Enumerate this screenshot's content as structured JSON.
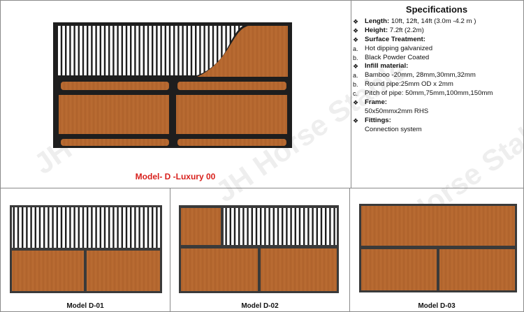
{
  "top_caption": "Model- D -Luxury 00",
  "watermark": "JH Horse Stable",
  "specifications": {
    "title": "Specifications",
    "lines": [
      {
        "marker": "❖",
        "label": "Length:",
        "text": " 10ft, 12ft, 14ft (3.0m -4.2 m )"
      },
      {
        "marker": "❖",
        "label": "Height:",
        "text": " 7.2ft (2.2m)"
      },
      {
        "marker": "❖",
        "label": "Surface Treatment:",
        "text": ""
      },
      {
        "marker": "a.",
        "label": "",
        "text": "Hot dipping galvanized"
      },
      {
        "marker": "b.",
        "label": "",
        "text": "Black Powder Coated"
      },
      {
        "marker": "❖",
        "label": "Infill material:",
        "text": ""
      },
      {
        "marker": "a.",
        "label": "",
        "text": "Bamboo -20mm, 28mm,30mm,32mm"
      },
      {
        "marker": "b.",
        "label": "",
        "text": "Round pipe:25mm OD x 2mm"
      },
      {
        "marker": "c.",
        "label": "",
        "text": "Pitch of pipe: 50mm,75mm,100mm,150mm"
      },
      {
        "marker": "❖",
        "label": "Frame:",
        "text": ""
      },
      {
        "marker": "",
        "label": "",
        "text": "50x50mmx2mm RHS"
      },
      {
        "marker": "❖",
        "label": "Fittings:",
        "text": ""
      },
      {
        "marker": "",
        "label": "",
        "text": "Connection system"
      }
    ]
  },
  "models": [
    {
      "caption": "Model D-01"
    },
    {
      "caption": "Model D-02"
    },
    {
      "caption": "Model D-03"
    }
  ],
  "colors": {
    "frame": "#1e1e1e",
    "wood": "#b0642e",
    "wood_light": "#c57a3c",
    "border": "#8a8a8a",
    "caption_red": "#d8201c"
  }
}
